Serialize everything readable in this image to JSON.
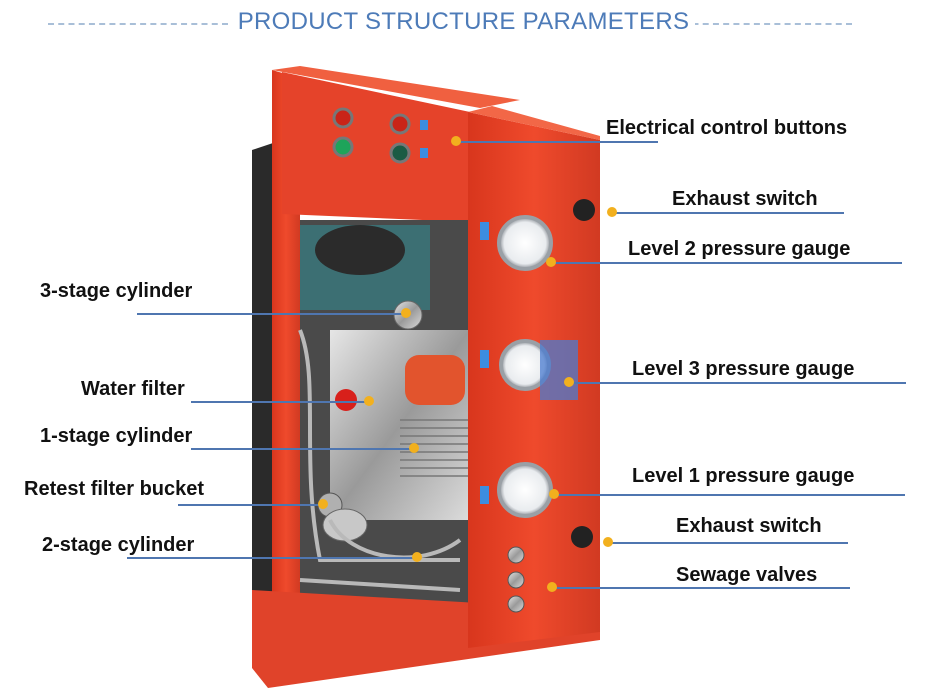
{
  "header": {
    "title": "PRODUCT STRUCTURE PARAMETERS"
  },
  "colors": {
    "title": "#4d7bb8",
    "leader_line": "#4f76b0",
    "callout_dot": "#f2b01e",
    "machine_body": "#e8452a",
    "label_text": "#111111"
  },
  "callouts_right": [
    {
      "label": "Electrical control buttons"
    },
    {
      "label": "Exhaust switch"
    },
    {
      "label": "Level 2 pressure gauge"
    },
    {
      "label": "Level 3 pressure gauge"
    },
    {
      "label": "Level 1 pressure gauge"
    },
    {
      "label": "Exhaust switch"
    },
    {
      "label": "Sewage valves"
    }
  ],
  "callouts_left": [
    {
      "label": "3-stage cylinder"
    },
    {
      "label": "Water filter"
    },
    {
      "label": "1-stage cylinder"
    },
    {
      "label": "Retest filter bucket"
    },
    {
      "label": "2-stage cylinder"
    }
  ]
}
